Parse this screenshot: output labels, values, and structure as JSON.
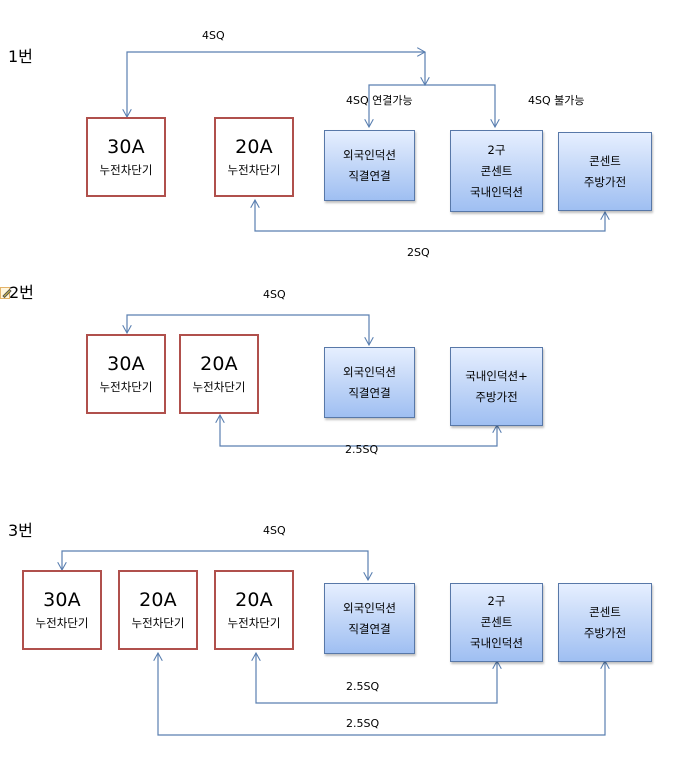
{
  "diagrams": [
    {
      "label": "1번",
      "breakers": [
        {
          "amp": "30A",
          "kind": "누전차단기"
        },
        {
          "amp": "20A",
          "kind": "누전차단기"
        }
      ],
      "loads": [
        {
          "lines": [
            "외국인덕션",
            "직결연결"
          ]
        },
        {
          "lines": [
            "2구",
            "콘센트",
            "국내인덕션"
          ]
        },
        {
          "lines": [
            "콘센트",
            "주방가전"
          ]
        }
      ],
      "wires": [
        {
          "label": "4SQ",
          "from": "30A 누전차단기",
          "to": "외국인덕션 / 2구 콘센트"
        },
        {
          "label": "2SQ",
          "from": "20A 누전차단기",
          "to": "콘센트 주방가전"
        }
      ],
      "notes": [
        "4SQ 연결가능",
        "4SQ 불가능"
      ]
    },
    {
      "label": "2번",
      "breakers": [
        {
          "amp": "30A",
          "kind": "누전차단기"
        },
        {
          "amp": "20A",
          "kind": "누전차단기"
        }
      ],
      "loads": [
        {
          "lines": [
            "외국인덕션",
            "직결연결"
          ]
        },
        {
          "lines": [
            "국내인덕션+",
            "주방가전"
          ]
        }
      ],
      "wires": [
        {
          "label": "4SQ",
          "from": "30A 누전차단기",
          "to": "외국인덕션 직결연결"
        },
        {
          "label": "2.5SQ",
          "from": "20A 누전차단기",
          "to": "국내인덕션+ 주방가전"
        }
      ]
    },
    {
      "label": "3번",
      "breakers": [
        {
          "amp": "30A",
          "kind": "누전차단기"
        },
        {
          "amp": "20A",
          "kind": "누전차단기"
        },
        {
          "amp": "20A",
          "kind": "누전차단기"
        }
      ],
      "loads": [
        {
          "lines": [
            "외국인덕션",
            "직결연결"
          ]
        },
        {
          "lines": [
            "2구",
            "콘센트",
            "국내인덕션"
          ]
        },
        {
          "lines": [
            "콘센트",
            "주방가전"
          ]
        }
      ],
      "wires": [
        {
          "label": "4SQ",
          "from": "30A 누전차단기",
          "to": "외국인덕션 직결연결"
        },
        {
          "label": "2.5SQ",
          "from": "20A 누전차단기 (3)",
          "to": "2구 콘센트 국내인덕션"
        },
        {
          "label": "2.5SQ",
          "from": "20A 누전차단기 (2)",
          "to": "콘센트 주방가전"
        }
      ]
    }
  ],
  "colors": {
    "breaker_border": "#b0504c",
    "load_border": "#5878a8",
    "load_fill_top": "#e6efff",
    "load_fill_bottom": "#9fbff2",
    "wire": "#5a7fb0"
  },
  "icons": {
    "section2_marker": "pencil-edit-icon"
  }
}
